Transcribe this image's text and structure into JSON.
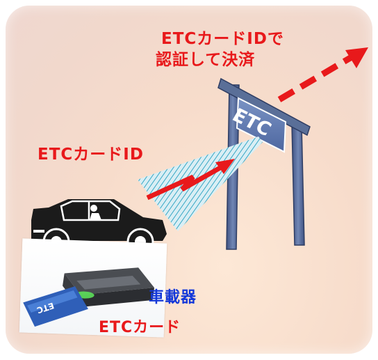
{
  "labels": {
    "cloud_line1": "ETCカードIDで",
    "cloud_line2": "認証して決済",
    "card_id": "ETCカードID",
    "onboard_unit": "車載器",
    "etc_card": "ETCカード",
    "gate_sign": "ETC",
    "card_text": "ETC"
  },
  "colors": {
    "accent_red": "#e8191b",
    "accent_blue": "#1438d9",
    "gate": "#5a6f98",
    "gate_sign": "#5a77ad"
  }
}
